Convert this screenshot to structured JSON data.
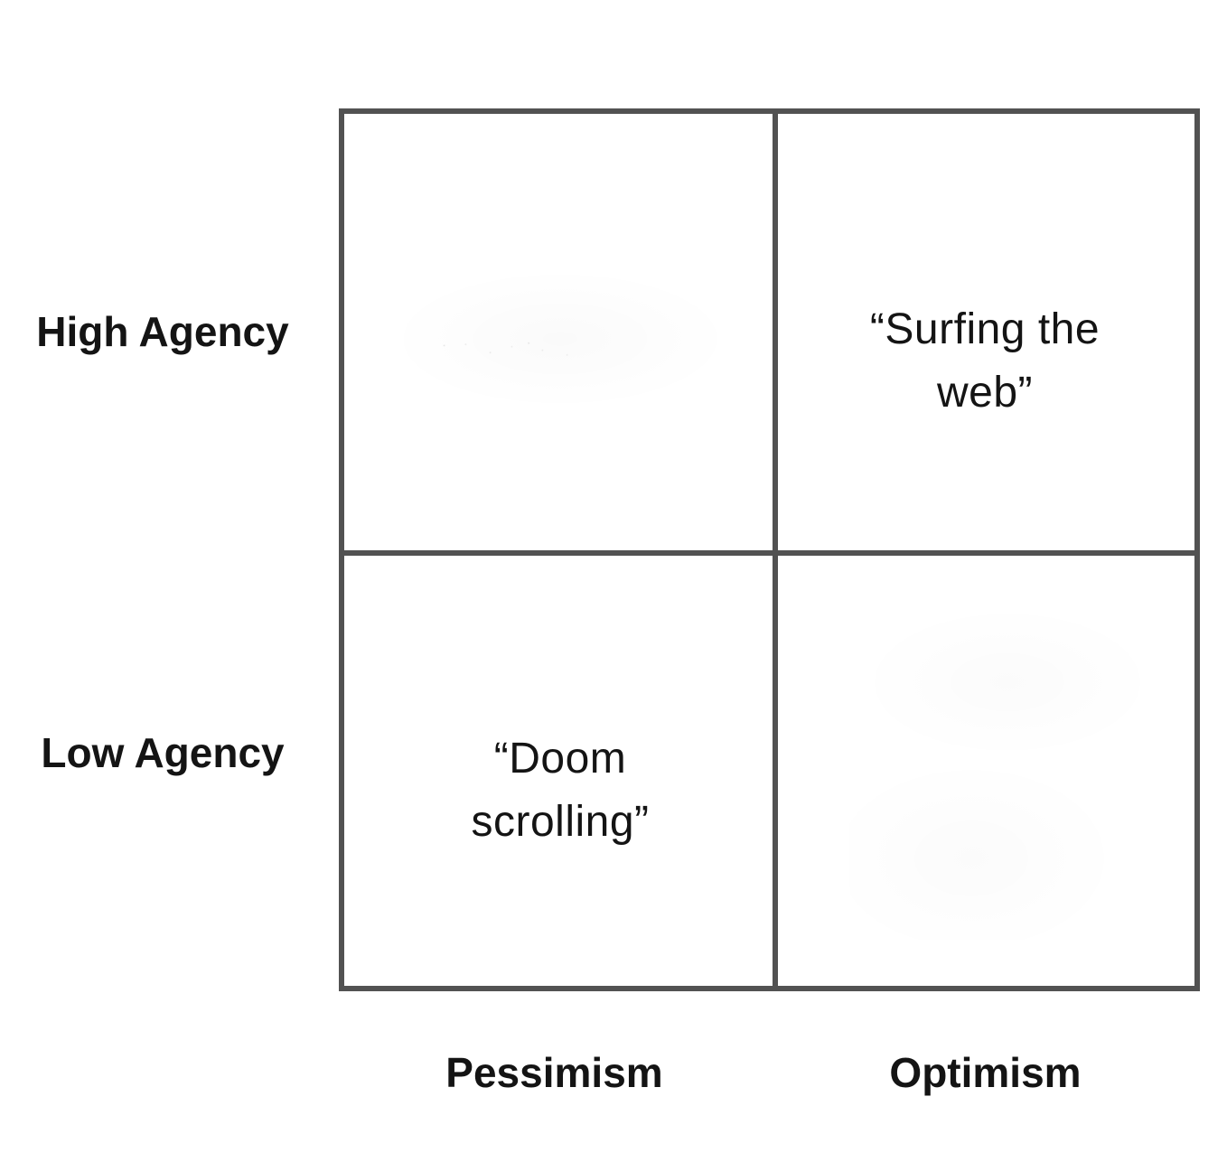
{
  "diagram": {
    "type": "quadrant-matrix",
    "y_axis": {
      "top_label": "High Agency",
      "bottom_label": "Low Agency"
    },
    "x_axis": {
      "left_label": "Pessimism",
      "right_label": "Optimism"
    },
    "quadrants": {
      "top_left": {
        "text": ""
      },
      "top_right": {
        "text": "“Surfing the web”"
      },
      "bottom_left": {
        "text": "“Doom scrolling”"
      },
      "bottom_right": {
        "text": ""
      }
    },
    "colors": {
      "line": "#525252",
      "text": "#141414",
      "background": "#ffffff"
    }
  }
}
